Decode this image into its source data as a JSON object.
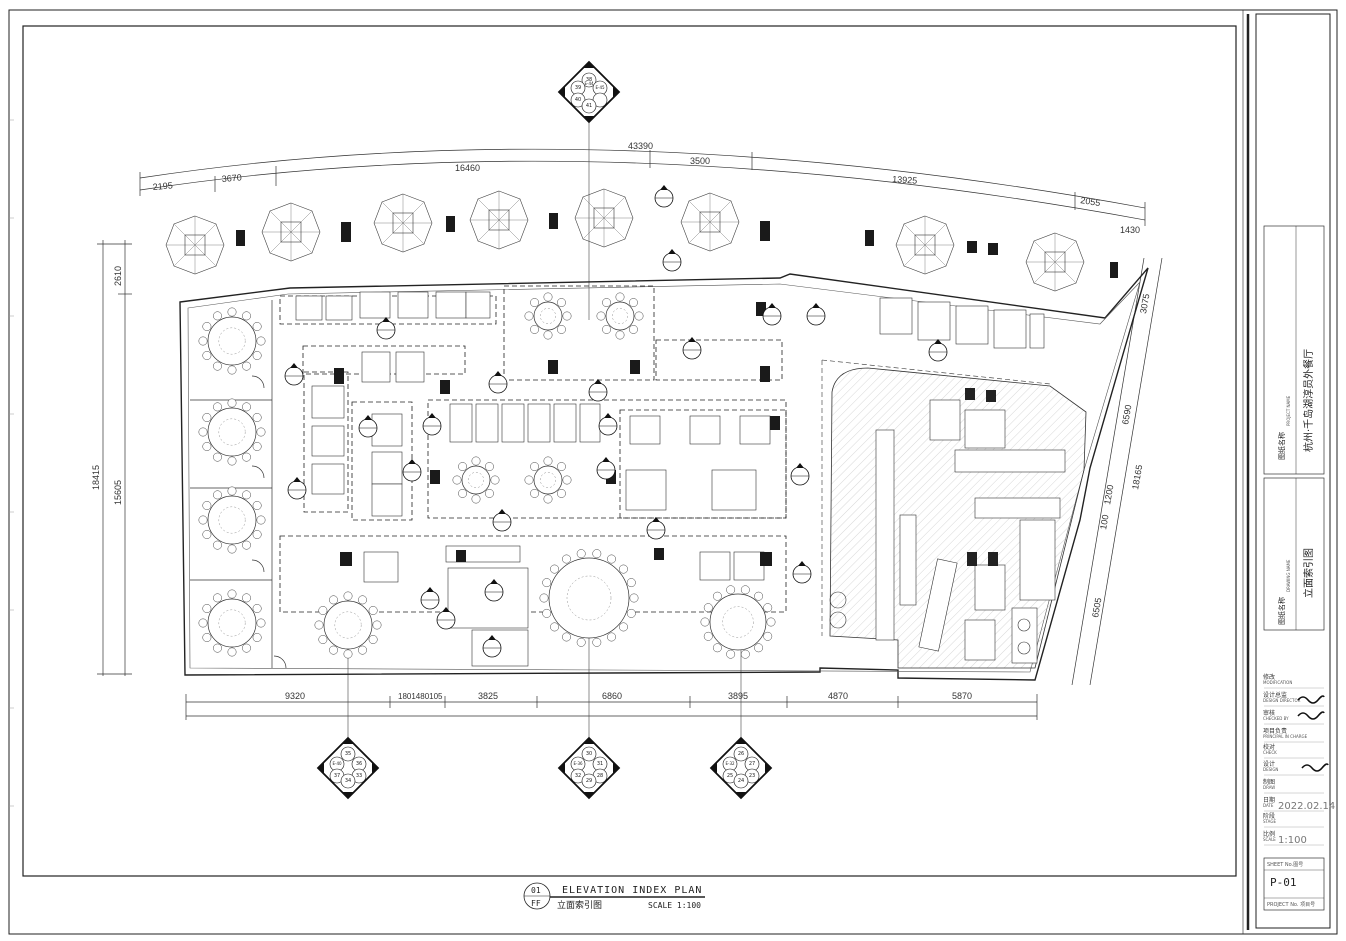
{
  "drawing": {
    "dims_top": [
      "43390",
      "16460",
      "3500",
      "13925",
      "2195",
      "3670",
      "2055",
      "1430"
    ],
    "dims_left": [
      "2610",
      "18415",
      "15605"
    ],
    "dims_right": [
      "3075",
      "6590",
      "18165",
      "1200",
      "100",
      "6505"
    ],
    "dims_bottom": [
      "9320",
      "1801480105",
      "3825",
      "6860",
      "3895",
      "4870",
      "5870"
    ],
    "index_markers": {
      "top": [
        "38",
        "E-44",
        "39",
        "E-45",
        "41",
        "40"
      ],
      "bottom_left": [
        "35",
        "E-40",
        "36",
        "37",
        "33",
        "34"
      ],
      "bottom_center": [
        "30",
        "E-36",
        "31",
        "32",
        "28",
        "29"
      ],
      "bottom_right": [
        "26",
        "E-32",
        "27",
        "25",
        "23",
        "24"
      ]
    }
  },
  "caption": {
    "num": "01",
    "floor": "FF",
    "title_en": "ELEVATION INDEX PLAN",
    "title_cn": "立面索引图",
    "scale": "SCALE 1:100"
  },
  "title_block": {
    "project_label_cn": "图纸名称",
    "project_label_en": "PROJECT NAME",
    "project_name": "杭州·千岛湖淳员外餐厅",
    "drawing_label_cn": "图纸名称",
    "drawing_label_en": "DRAWING NAME",
    "drawing_name": "立面索引图",
    "rows": [
      {
        "cn": "修改",
        "en": "MODIFICATION",
        "value": ""
      },
      {
        "cn": "设计总监",
        "en": "DESIGN DIRECTOR",
        "value": ""
      },
      {
        "cn": "审核",
        "en": "CHECKED BY",
        "value": ""
      },
      {
        "cn": "项目负责",
        "en": "PRINCIPAL IN CHARGE",
        "value": ""
      },
      {
        "cn": "校对",
        "en": "CHECK",
        "value": ""
      },
      {
        "cn": "设计",
        "en": "DESIGN",
        "value": ""
      },
      {
        "cn": "制图",
        "en": "DRAW",
        "value": ""
      },
      {
        "cn": "日期",
        "en": "DATE",
        "value": "2022.02.14"
      },
      {
        "cn": "阶段",
        "en": "STAGE",
        "value": ""
      },
      {
        "cn": "比例",
        "en": "SCALE",
        "value": "1:100"
      }
    ],
    "sheet_label": "SHEET No.图号",
    "sheet_no": "P-01",
    "project_no_label": "PROJECT No. 项目号"
  }
}
